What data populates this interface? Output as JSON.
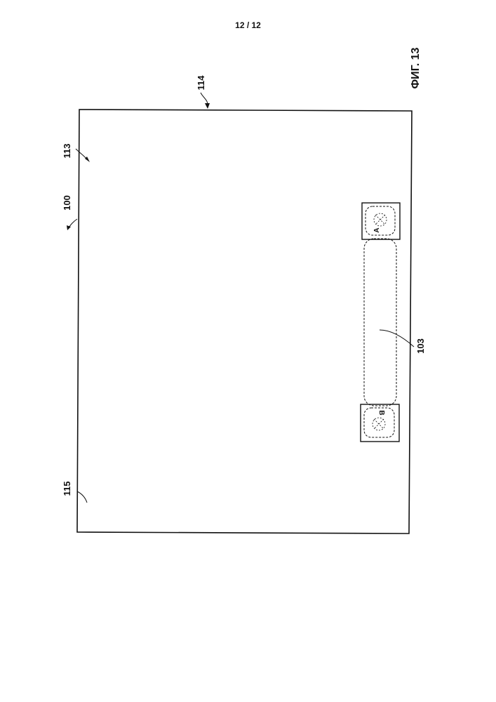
{
  "page_number": "12 / 12",
  "figure_title": "ФИГ. 13",
  "labels": {
    "ref_100": "100",
    "ref_113": "113",
    "ref_114": "114",
    "ref_115": "115",
    "ref_103": "103",
    "pad_a": "A",
    "pad_b": "B"
  }
}
